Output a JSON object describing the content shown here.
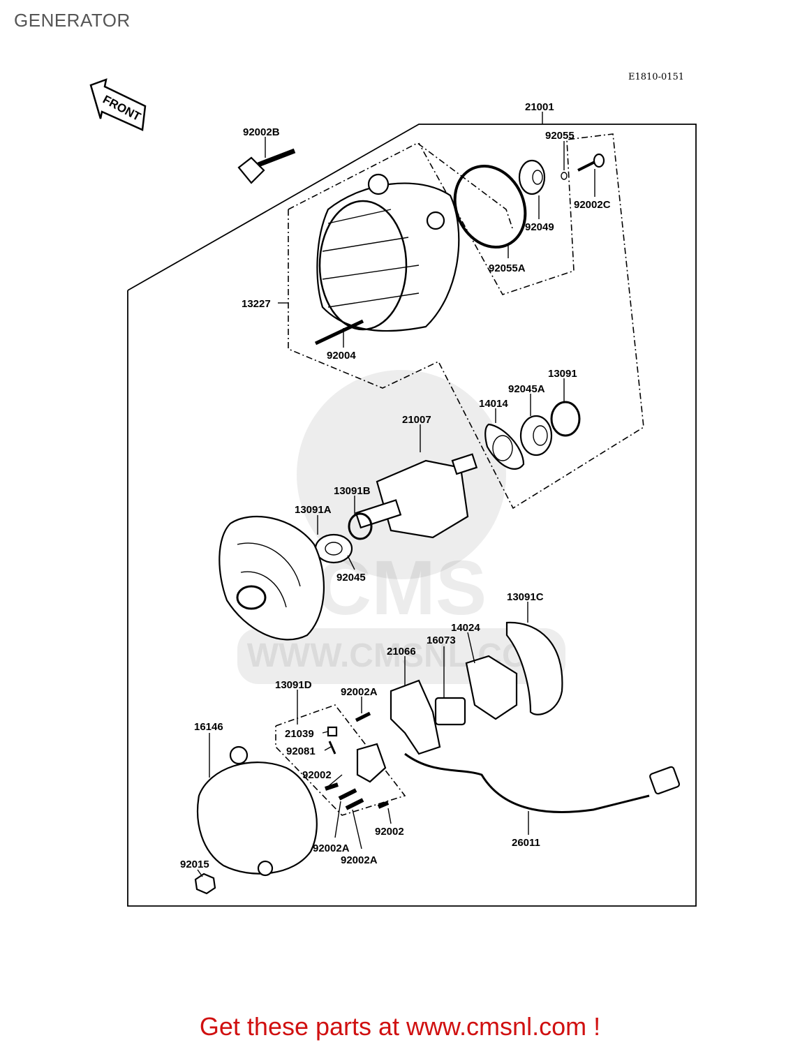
{
  "page_title": "GENERATOR",
  "diagram_code": "E1810-0151",
  "front_arrow_label": "FRONT",
  "watermark": "CMS",
  "watermark_url": "WWW.CMSNL.COM",
  "footer_text": "Get these parts at www.cmsnl.com !",
  "parts": [
    {
      "id": "21001"
    },
    {
      "id": "92055"
    },
    {
      "id": "92002B"
    },
    {
      "id": "92002C"
    },
    {
      "id": "92049"
    },
    {
      "id": "92055A"
    },
    {
      "id": "13227"
    },
    {
      "id": "92004"
    },
    {
      "id": "13091"
    },
    {
      "id": "92045A"
    },
    {
      "id": "14014"
    },
    {
      "id": "21007"
    },
    {
      "id": "13091B"
    },
    {
      "id": "13091A"
    },
    {
      "id": "92045"
    },
    {
      "id": "13091C"
    },
    {
      "id": "14024"
    },
    {
      "id": "16073"
    },
    {
      "id": "21066"
    },
    {
      "id": "13091D"
    },
    {
      "id": "92002A"
    },
    {
      "id": "16146"
    },
    {
      "id": "21039"
    },
    {
      "id": "92081"
    },
    {
      "id": "92002"
    },
    {
      "id": "92002A"
    },
    {
      "id": "92002"
    },
    {
      "id": "26011"
    },
    {
      "id": "92002A"
    },
    {
      "id": "92015"
    }
  ]
}
